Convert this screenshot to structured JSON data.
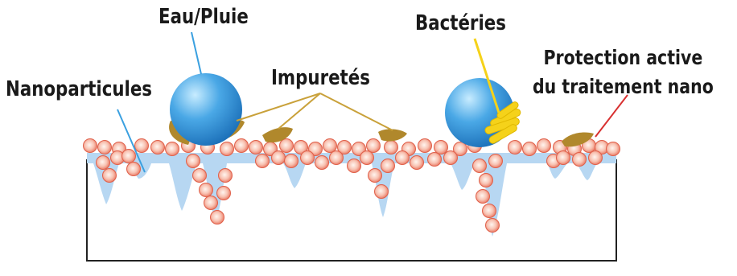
{
  "labels": {
    "water": "Eau/Pluie",
    "bacteria": "Bactéries",
    "impurities": "Impuretés",
    "nanoparticles": "Nanoparticules",
    "protection_line1": "Protection active",
    "protection_line2": "du traitement nano"
  },
  "colors": {
    "droplet": "#2a8fd6",
    "droplet_highlight": "#bfe6ff",
    "impurity": "#b0882c",
    "bacteria": "#f5d21a",
    "nanoparticle": "#f3a08e",
    "nanoparticle_center": "#fff3ec",
    "coating": "#b7d7f2",
    "leader_blue": "#3aa0e0",
    "leader_gold": "#c9a13a",
    "leader_red": "#d83030"
  }
}
